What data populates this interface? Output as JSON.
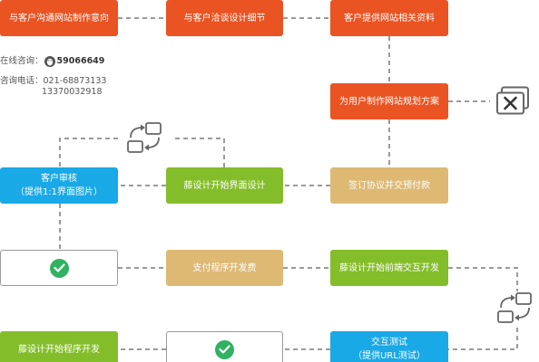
{
  "steps": {
    "s1": "与客户沟通网站制作意向",
    "s2": "与客户洽谈设计细节",
    "s3": "客户提供网站相关资料",
    "s4": "为用户制作网站规划方案",
    "s5": "签订协议并交预付款",
    "s6": "藤设计开始界面设计",
    "s7_line1": "客户审核",
    "s7_line2": "（提供1:1界面图片）",
    "s8": "藤设计开始前端交互开发",
    "s9": "支付程序开发费",
    "s10": "藤设计开始程序开发",
    "s11_line1": "交互测试",
    "s11_line2": "（提供URL测试）"
  },
  "contact": {
    "online_label": "在线咨询：",
    "qq": "59066649",
    "phone_label": "咨询电话：",
    "phone1": "021-68873133",
    "phone2": "13370032918"
  },
  "colors": {
    "orange": "#ea5322",
    "green": "#84bd2a",
    "tan": "#ddb974",
    "blue": "#19a9e6",
    "check": "#2fb261",
    "connector": "#9a9a9a"
  },
  "icons": [
    "qq-penguin-icon",
    "reject-box-icon",
    "cycle-arrows-icon",
    "check-icon"
  ]
}
